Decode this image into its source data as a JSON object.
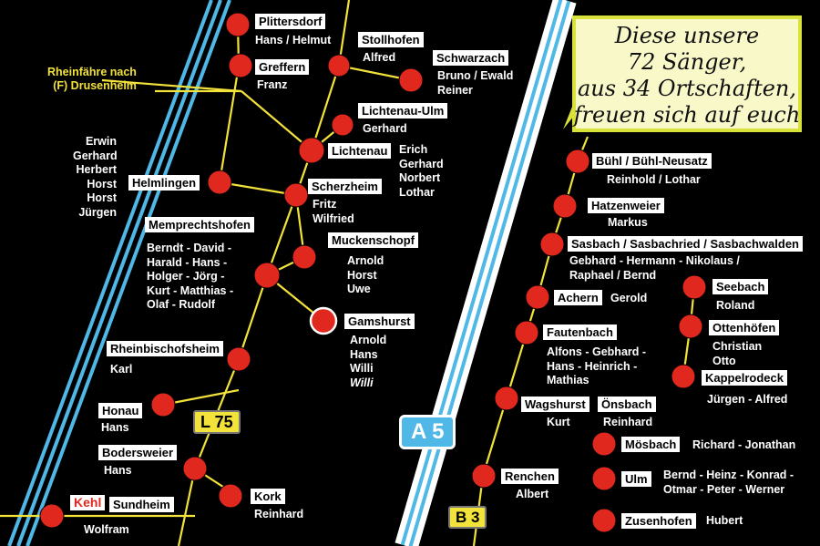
{
  "colors": {
    "background": "#000000",
    "rail": "#f2e23a",
    "station": "#e0281e",
    "river": "#4fb8e6",
    "autobahn": "#4fb8e6"
  },
  "banner": {
    "lines": [
      "Diese unsere",
      "72 Sänger,",
      "aus 34 Ortschaften,",
      "freuen sich auf euch"
    ]
  },
  "ferry": {
    "line1": "Rheinfähre nach",
    "line2": "(F) Drusenheim"
  },
  "roads": {
    "l75": "L 75",
    "a5": "A 5",
    "b3": "B 3"
  },
  "places": {
    "plittersdorf": {
      "name": "Plittersdorf",
      "singers": [
        "Hans / Helmut"
      ]
    },
    "greffern": {
      "name": "Greffern",
      "singers": [
        "Franz"
      ]
    },
    "stollhofen": {
      "name": "Stollhofen",
      "singers": [
        "Alfred"
      ]
    },
    "schwarzach": {
      "name": "Schwarzach",
      "singers": [
        "Bruno / Ewald",
        "Reiner"
      ]
    },
    "lichtenau_ulm": {
      "name": "Lichtenau-Ulm",
      "singers": [
        "Gerhard"
      ]
    },
    "lichtenau": {
      "name": "Lichtenau",
      "singers": [
        "Erich",
        "Gerhard",
        "Norbert",
        "Lothar"
      ]
    },
    "helmlingen": {
      "name": "Helmlingen",
      "singers": [
        "Erwin",
        "Gerhard",
        "Herbert",
        "Horst",
        "Horst",
        "Jürgen"
      ]
    },
    "scherzheim": {
      "name": "Scherzheim",
      "singers": [
        "Fritz",
        "Wilfried"
      ]
    },
    "memprechtshofen": {
      "name": "Memprechtshofen",
      "singers": [
        "Berndt - David -",
        "Harald - Hans -",
        "Holger - Jörg -",
        "Kurt - Matthias -",
        "Olaf - Rudolf"
      ]
    },
    "muckenschopf": {
      "name": "Muckenschopf",
      "singers": [
        "Arnold",
        "Horst",
        "Uwe"
      ]
    },
    "gamshurst": {
      "name": "Gamshurst",
      "singers": [
        "Arnold",
        "Hans",
        "Willi",
        "Willi"
      ]
    },
    "rheinbischofsheim": {
      "name": "Rheinbischofsheim",
      "singers": [
        "Karl"
      ]
    },
    "honau": {
      "name": "Honau",
      "singers": [
        "Hans"
      ]
    },
    "bodersweier": {
      "name": "Bodersweier",
      "singers": [
        "Hans"
      ]
    },
    "kork": {
      "name": "Kork",
      "singers": [
        "Reinhard"
      ]
    },
    "kehl": {
      "name": "Kehl"
    },
    "sundheim": {
      "name": "Sundheim",
      "singers": [
        "Wolfram"
      ]
    },
    "buehl": {
      "name": "Bühl / Bühl-Neusatz",
      "singers": [
        "Reinhold / Lothar"
      ]
    },
    "hatzenweier": {
      "name": "Hatzenweier",
      "singers": [
        "Markus"
      ]
    },
    "sasbach": {
      "name": "Sasbach / Sasbachried / Sasbachwalden",
      "singers": [
        "Gebhard - Hermann - Nikolaus /",
        "Raphael / Bernd"
      ]
    },
    "seebach": {
      "name": "Seebach",
      "singers": [
        "Roland"
      ]
    },
    "achern": {
      "name": "Achern",
      "singers": [
        "Gerold"
      ]
    },
    "ottenhoefen": {
      "name": "Ottenhöfen",
      "singers": [
        "Christian",
        "Otto"
      ]
    },
    "fautenbach": {
      "name": "Fautenbach",
      "singers": [
        "Alfons - Gebhard -",
        "Hans - Heinrich -",
        "Mathias"
      ]
    },
    "kappelrodeck": {
      "name": "Kappelrodeck",
      "singers": [
        "Jürgen - Alfred"
      ]
    },
    "wagshurst": {
      "name": "Wagshurst",
      "singers": [
        "Kurt"
      ]
    },
    "oensbach": {
      "name": "Önsbach",
      "singers": [
        "Reinhard"
      ]
    },
    "moesbach": {
      "name": "Mösbach",
      "singers": [
        "Richard - Jonathan"
      ]
    },
    "renchen": {
      "name": "Renchen",
      "singers": [
        "Albert"
      ]
    },
    "ulm": {
      "name": "Ulm",
      "singers": [
        "Bernd - Heinz - Konrad -",
        "Otmar - Peter - Werner"
      ]
    },
    "zusenhofen": {
      "name": "Zusenhofen",
      "singers": [
        "Hubert"
      ]
    }
  }
}
